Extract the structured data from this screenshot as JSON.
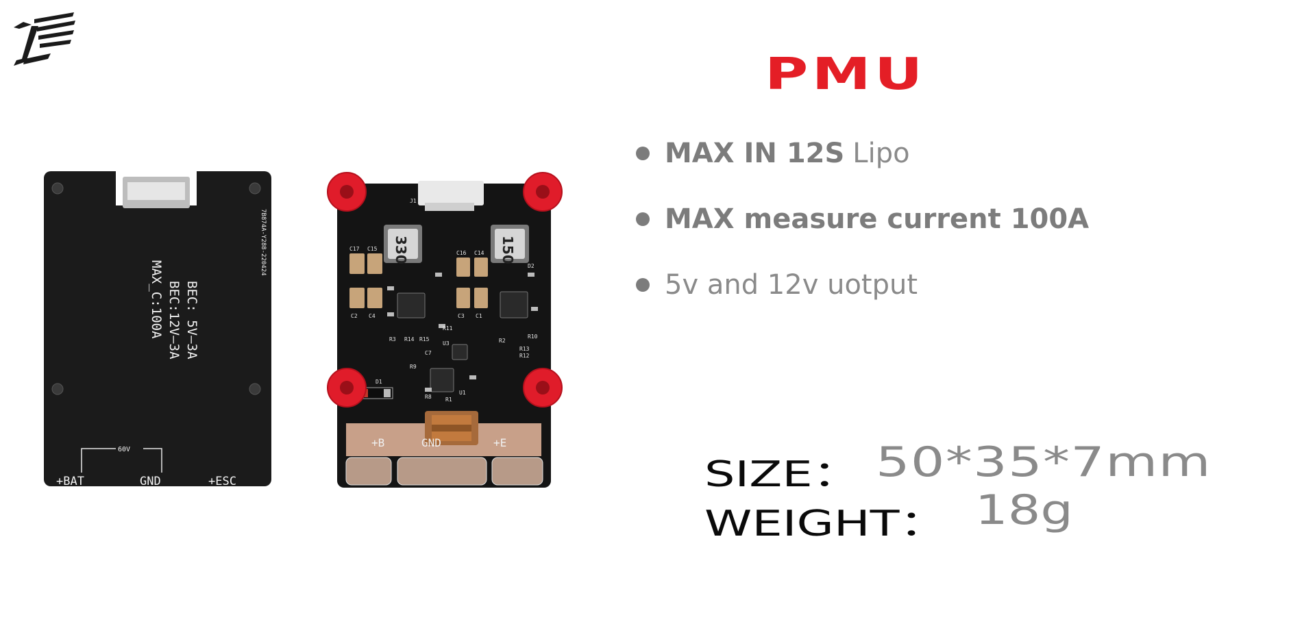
{
  "brand": {
    "logo_icon": "brand-logo-icon"
  },
  "title": "PMU",
  "features": [
    {
      "strong": "MAX IN 12S",
      "light": "Lipo"
    },
    {
      "strong": "MAX measure current 100A",
      "light": ""
    },
    {
      "strong": "",
      "light": "5v and 12v uotput"
    }
  ],
  "specs": {
    "size_label": "SIZE：",
    "size_value": "50*35*7mm",
    "weight_label": "WEIGHT：",
    "weight_value": "18g"
  },
  "board_back": {
    "bec1": "BEC: 5V–3A",
    "bec2": "BEC:12V–3A",
    "maxc": "MAX_C:100A",
    "serial": "7B874A-Y288-220424",
    "v60": "60V",
    "bat": "+BAT",
    "gnd": "GND",
    "esc": "+ESC"
  },
  "board_front": {
    "ind1": "330",
    "ind2": "150",
    "pad_b": "+B",
    "pad_gnd": "GND",
    "pad_e": "+E",
    "labels": [
      "C17",
      "C15",
      "C16",
      "C14",
      "D2",
      "C2",
      "C4",
      "C3",
      "C1",
      "R11",
      "R3",
      "R14",
      "R15",
      "R2",
      "R10",
      "R13",
      "R12",
      "U3",
      "C7",
      "R9",
      "D1",
      "R8",
      "R1",
      "U1",
      "J1"
    ]
  },
  "colors": {
    "accent": "#e41e26",
    "text_gray": "#7c7c7c",
    "pcb": "#141414",
    "copper": "#c8a089"
  }
}
